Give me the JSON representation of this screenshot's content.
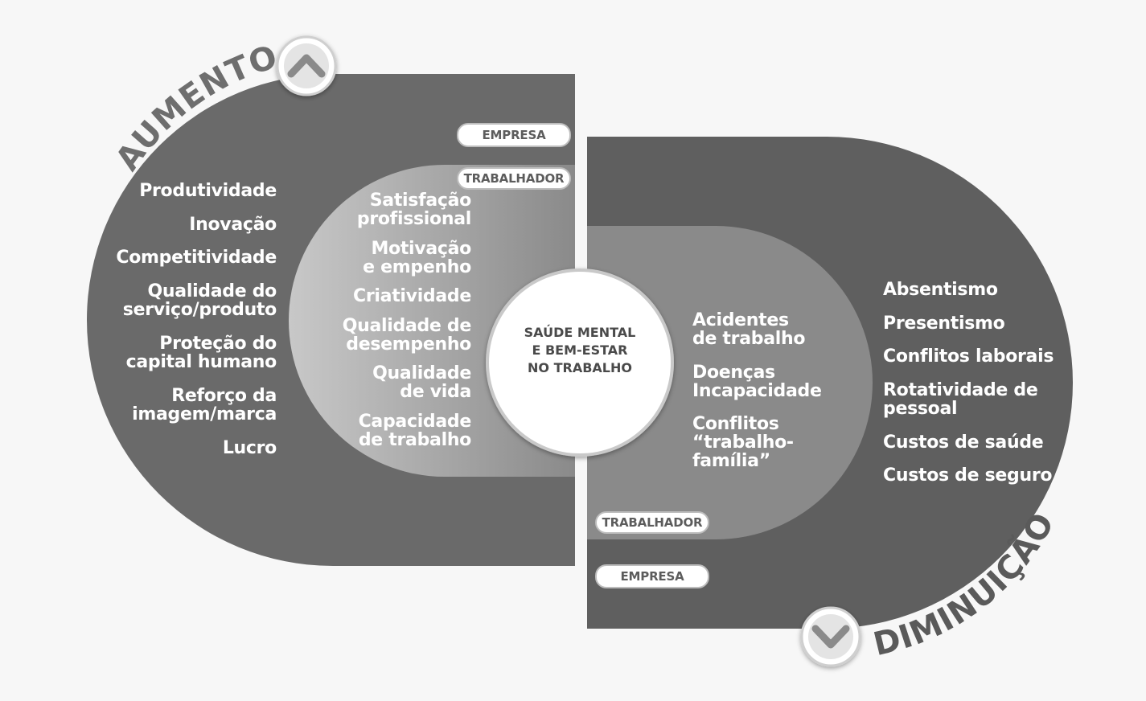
{
  "labels": {
    "increase": "AUMENTO",
    "decrease": "DIMINUIÇÃO",
    "company": "EMPRESA",
    "worker": "TRABALHADOR",
    "center": "SAÚDE MENTAL\nE BEM-ESTAR\nNO TRABALHO"
  },
  "increase_company": [
    "Produtividade",
    "Inovação",
    "Competitividade",
    "Qualidade do\nserviço/produto",
    "Proteção do\ncapital humano",
    "Reforço da\nimagem/marca",
    "Lucro"
  ],
  "increase_worker": [
    "Satisfação\nprofissional",
    "Motivação\ne empenho",
    "Criatividade",
    "Qualidade de\ndesempenho",
    "Qualidade\nde vida",
    "Capacidade\nde trabalho"
  ],
  "decrease_worker": [
    "Acidentes\nde trabalho",
    "Doenças\nIncapacidade",
    "Conflitos\n“trabalho-família”"
  ],
  "decrease_company": [
    "Absentismo",
    "Presentismo",
    "Conflitos laborais",
    "Rotatividade de\npessoal",
    "Custos de saúde",
    "Custos de seguro"
  ],
  "icons": {
    "up": "chevron-up-icon",
    "down": "chevron-down-icon"
  },
  "colors": {
    "left_shape": "#6a6a6a",
    "right_shape": "#5f5f5f",
    "inner_right": "#8a8a8a",
    "text": "#ffffff",
    "arc_text": "#6e6e6e"
  }
}
